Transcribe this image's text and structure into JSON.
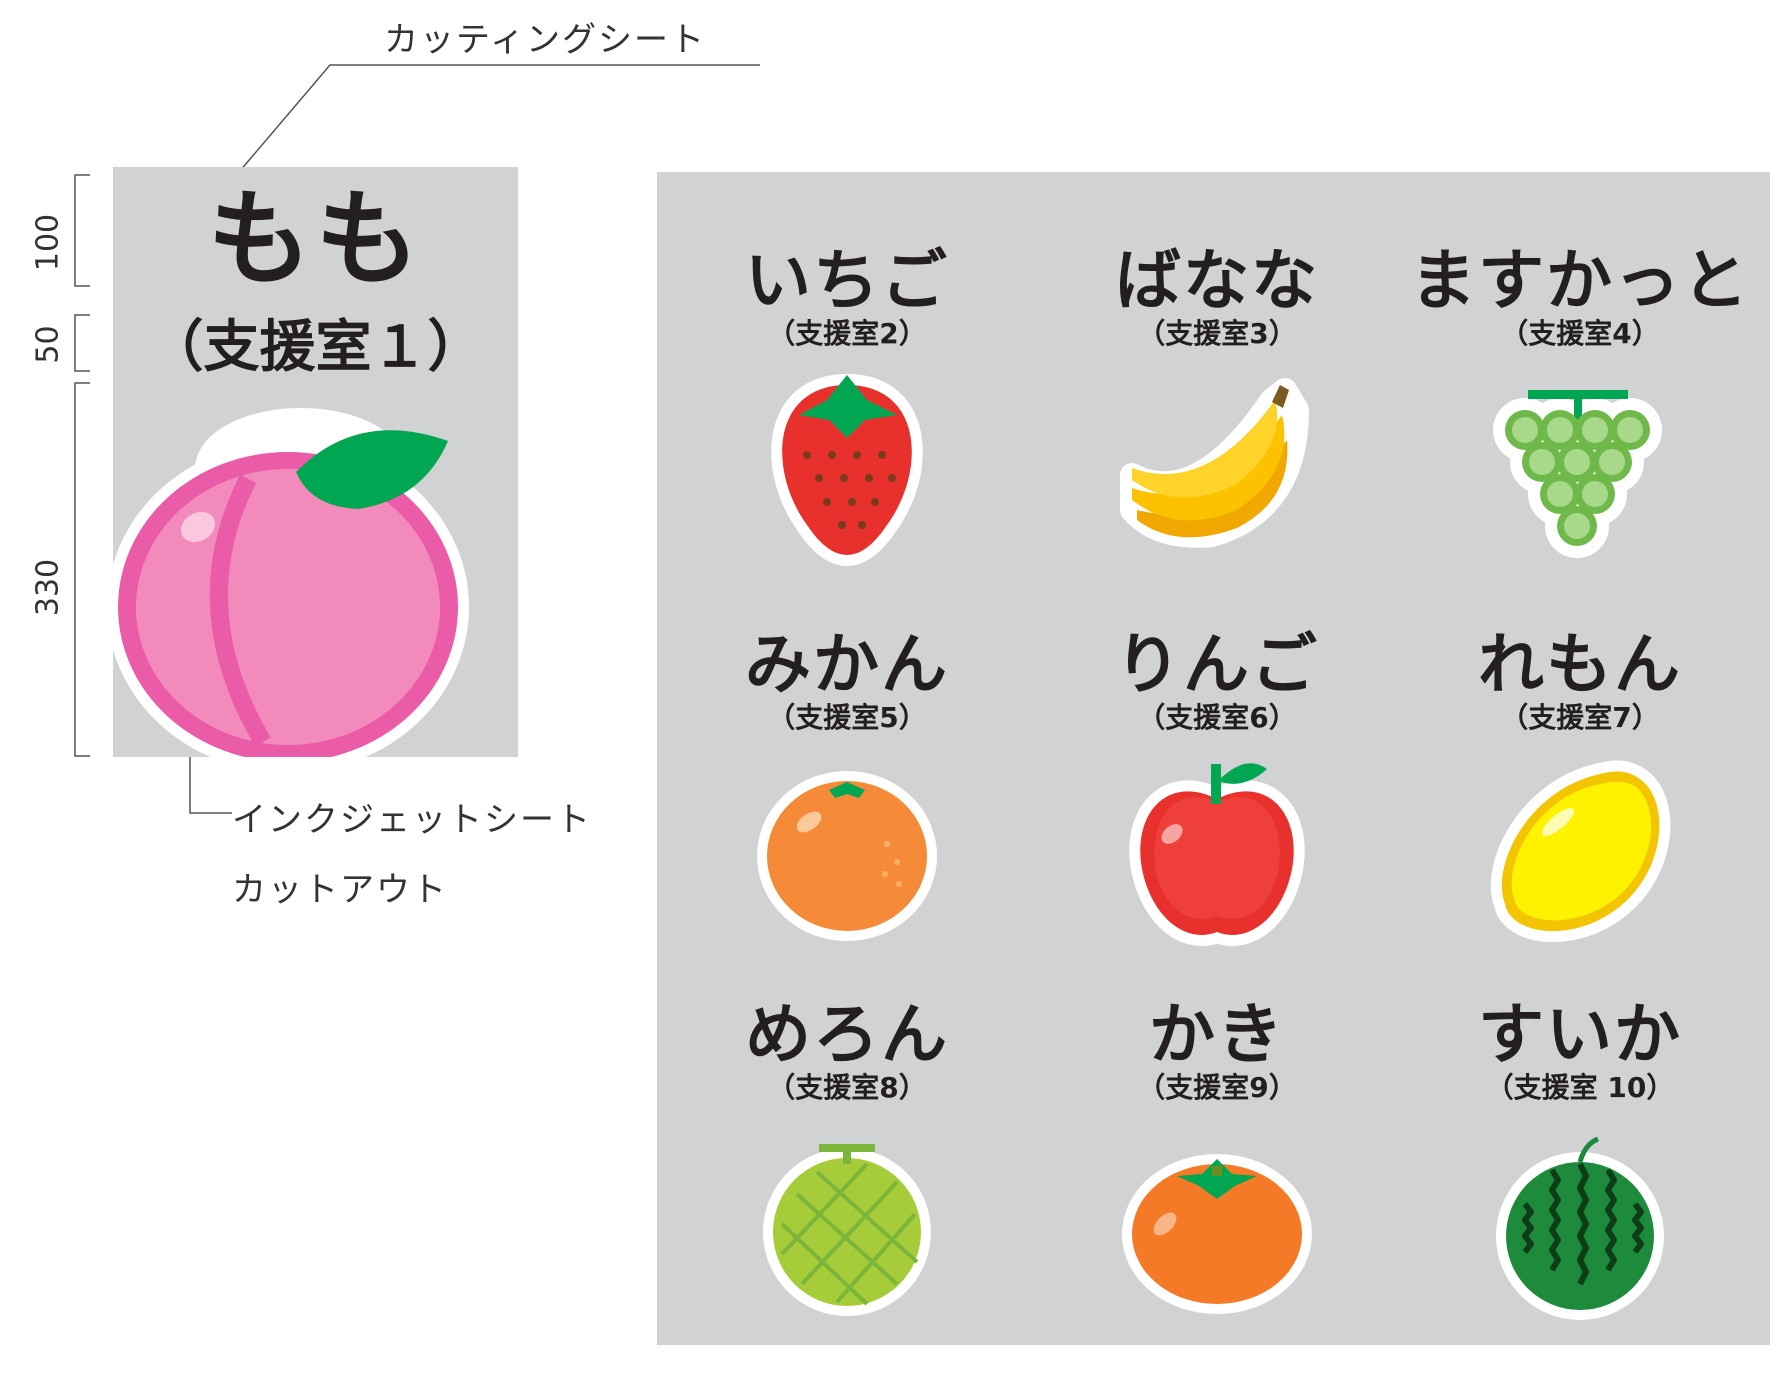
{
  "callouts": {
    "cutting_sheet": "カッティングシート",
    "inkjet_sheet": "インクジェットシート",
    "cutout": "カットアウト"
  },
  "dimensions": {
    "top": "100",
    "middle": "50",
    "bottom": "330"
  },
  "main_sign": {
    "name": "もも",
    "room": "（支援室１）",
    "icon": "peach-icon"
  },
  "signs": [
    {
      "name": "いちご",
      "room": "（支援室2）",
      "icon": "strawberry-icon"
    },
    {
      "name": "ばなな",
      "room": "（支援室3）",
      "icon": "banana-icon"
    },
    {
      "name": "ますかっと",
      "room": "（支援室4）",
      "icon": "grapes-icon"
    },
    {
      "name": "みかん",
      "room": "（支援室5）",
      "icon": "mandarin-icon"
    },
    {
      "name": "りんご",
      "room": "（支援室6）",
      "icon": "apple-icon"
    },
    {
      "name": "れもん",
      "room": "（支援室7）",
      "icon": "lemon-icon"
    },
    {
      "name": "めろん",
      "room": "（支援室8）",
      "icon": "melon-icon"
    },
    {
      "name": "かき",
      "room": "（支援室9）",
      "icon": "persimmon-icon"
    },
    {
      "name": "すいか",
      "room": "（支援室 10）",
      "icon": "watermelon-icon"
    }
  ],
  "colors": {
    "panel": "#d1d2d4",
    "peach": "#f088b8",
    "leaf": "#00a651",
    "strawberry": "#e8302c",
    "banana": "#fcc200",
    "grape": "#8fc96f",
    "orange": "#f58a38",
    "apple": "#e8302c",
    "lemon": "#fff200",
    "melon": "#a6cc3a",
    "persimmon": "#f47a28",
    "watermelon": "#1e8a3c"
  }
}
